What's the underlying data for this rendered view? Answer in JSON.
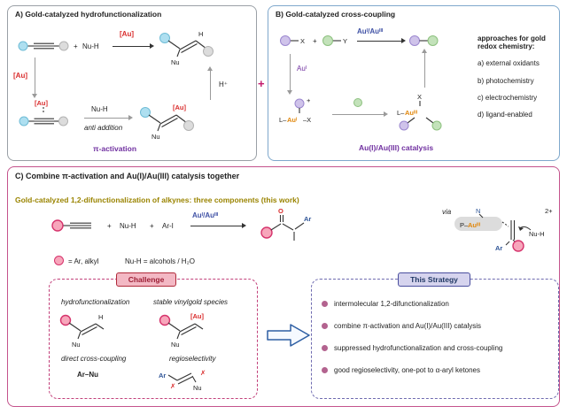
{
  "figure": {
    "plus_connector": "+"
  },
  "panelA": {
    "title": "A) Gold-catalyzed hydrofunctionalization",
    "plus": "+",
    "nuh": "Nu-H",
    "au": "[Au]",
    "nu": "Nu",
    "h": "H",
    "anti_addition": "anti addition",
    "h_plus": "H⁺",
    "pi_activation": "π-activation"
  },
  "panelB": {
    "title": "B) Gold-catalyzed cross-coupling",
    "x": "X",
    "y": "Y",
    "plus": "+",
    "charge_plus": "+",
    "arrow_label": "Auᴵ/Auᴵᴵᴵ",
    "au_i": "Auᴵ",
    "l_dash": "L–",
    "dash_x": "–X",
    "au_iii": "Auᴵᴵᴵ",
    "x_top": "X",
    "catalysis": "Au(I)/Au(III) catalysis",
    "approaches_title": "approaches for gold redox chemistry:",
    "approaches": [
      "a) external oxidants",
      "b) photochemistry",
      "c) electrochemistry",
      "d) ligand-enabled"
    ]
  },
  "panelC": {
    "title": "C) Combine π-activation and Au(I)/Au(III) catalysis together",
    "subtitle": "Gold-catalyzed 1,2-difunctionalization of alkynes: three components (this work)",
    "plus": "+",
    "nuh": "Nu-H",
    "ar_i": "Ar-I",
    "arrow_label": "Auᴵ/Auᴵᴵᴵ",
    "o": "O",
    "ar": "Ar",
    "via": "via",
    "charge": "2+",
    "n": "N",
    "p_dash": "P–",
    "au_iii": "Auᴵᴵᴵ",
    "legend_ball": "= Ar, alkyl",
    "legend_nu": "Nu-H = alcohols / H₂O",
    "challenge": {
      "header": "Challenge",
      "item1": "hydrofunctionalization",
      "item2": "stable vinylgold species",
      "item3": "direct cross-coupling",
      "item4": "regioselectivity",
      "nu": "Nu",
      "h": "H",
      "au": "[Au]",
      "ar": "Ar",
      "ar_nu": "Ar–Nu",
      "cross": "✗"
    },
    "strategy": {
      "header": "This Strategy",
      "bullets": [
        "intermolecular 1,2-difunctionalization",
        "combine π-activation and Au(I)/Au(III) catalysis",
        "suppressed hydrofunctionalization and cross-coupling",
        "good regioselectivity, one-pot to α-aryl ketones"
      ]
    }
  }
}
